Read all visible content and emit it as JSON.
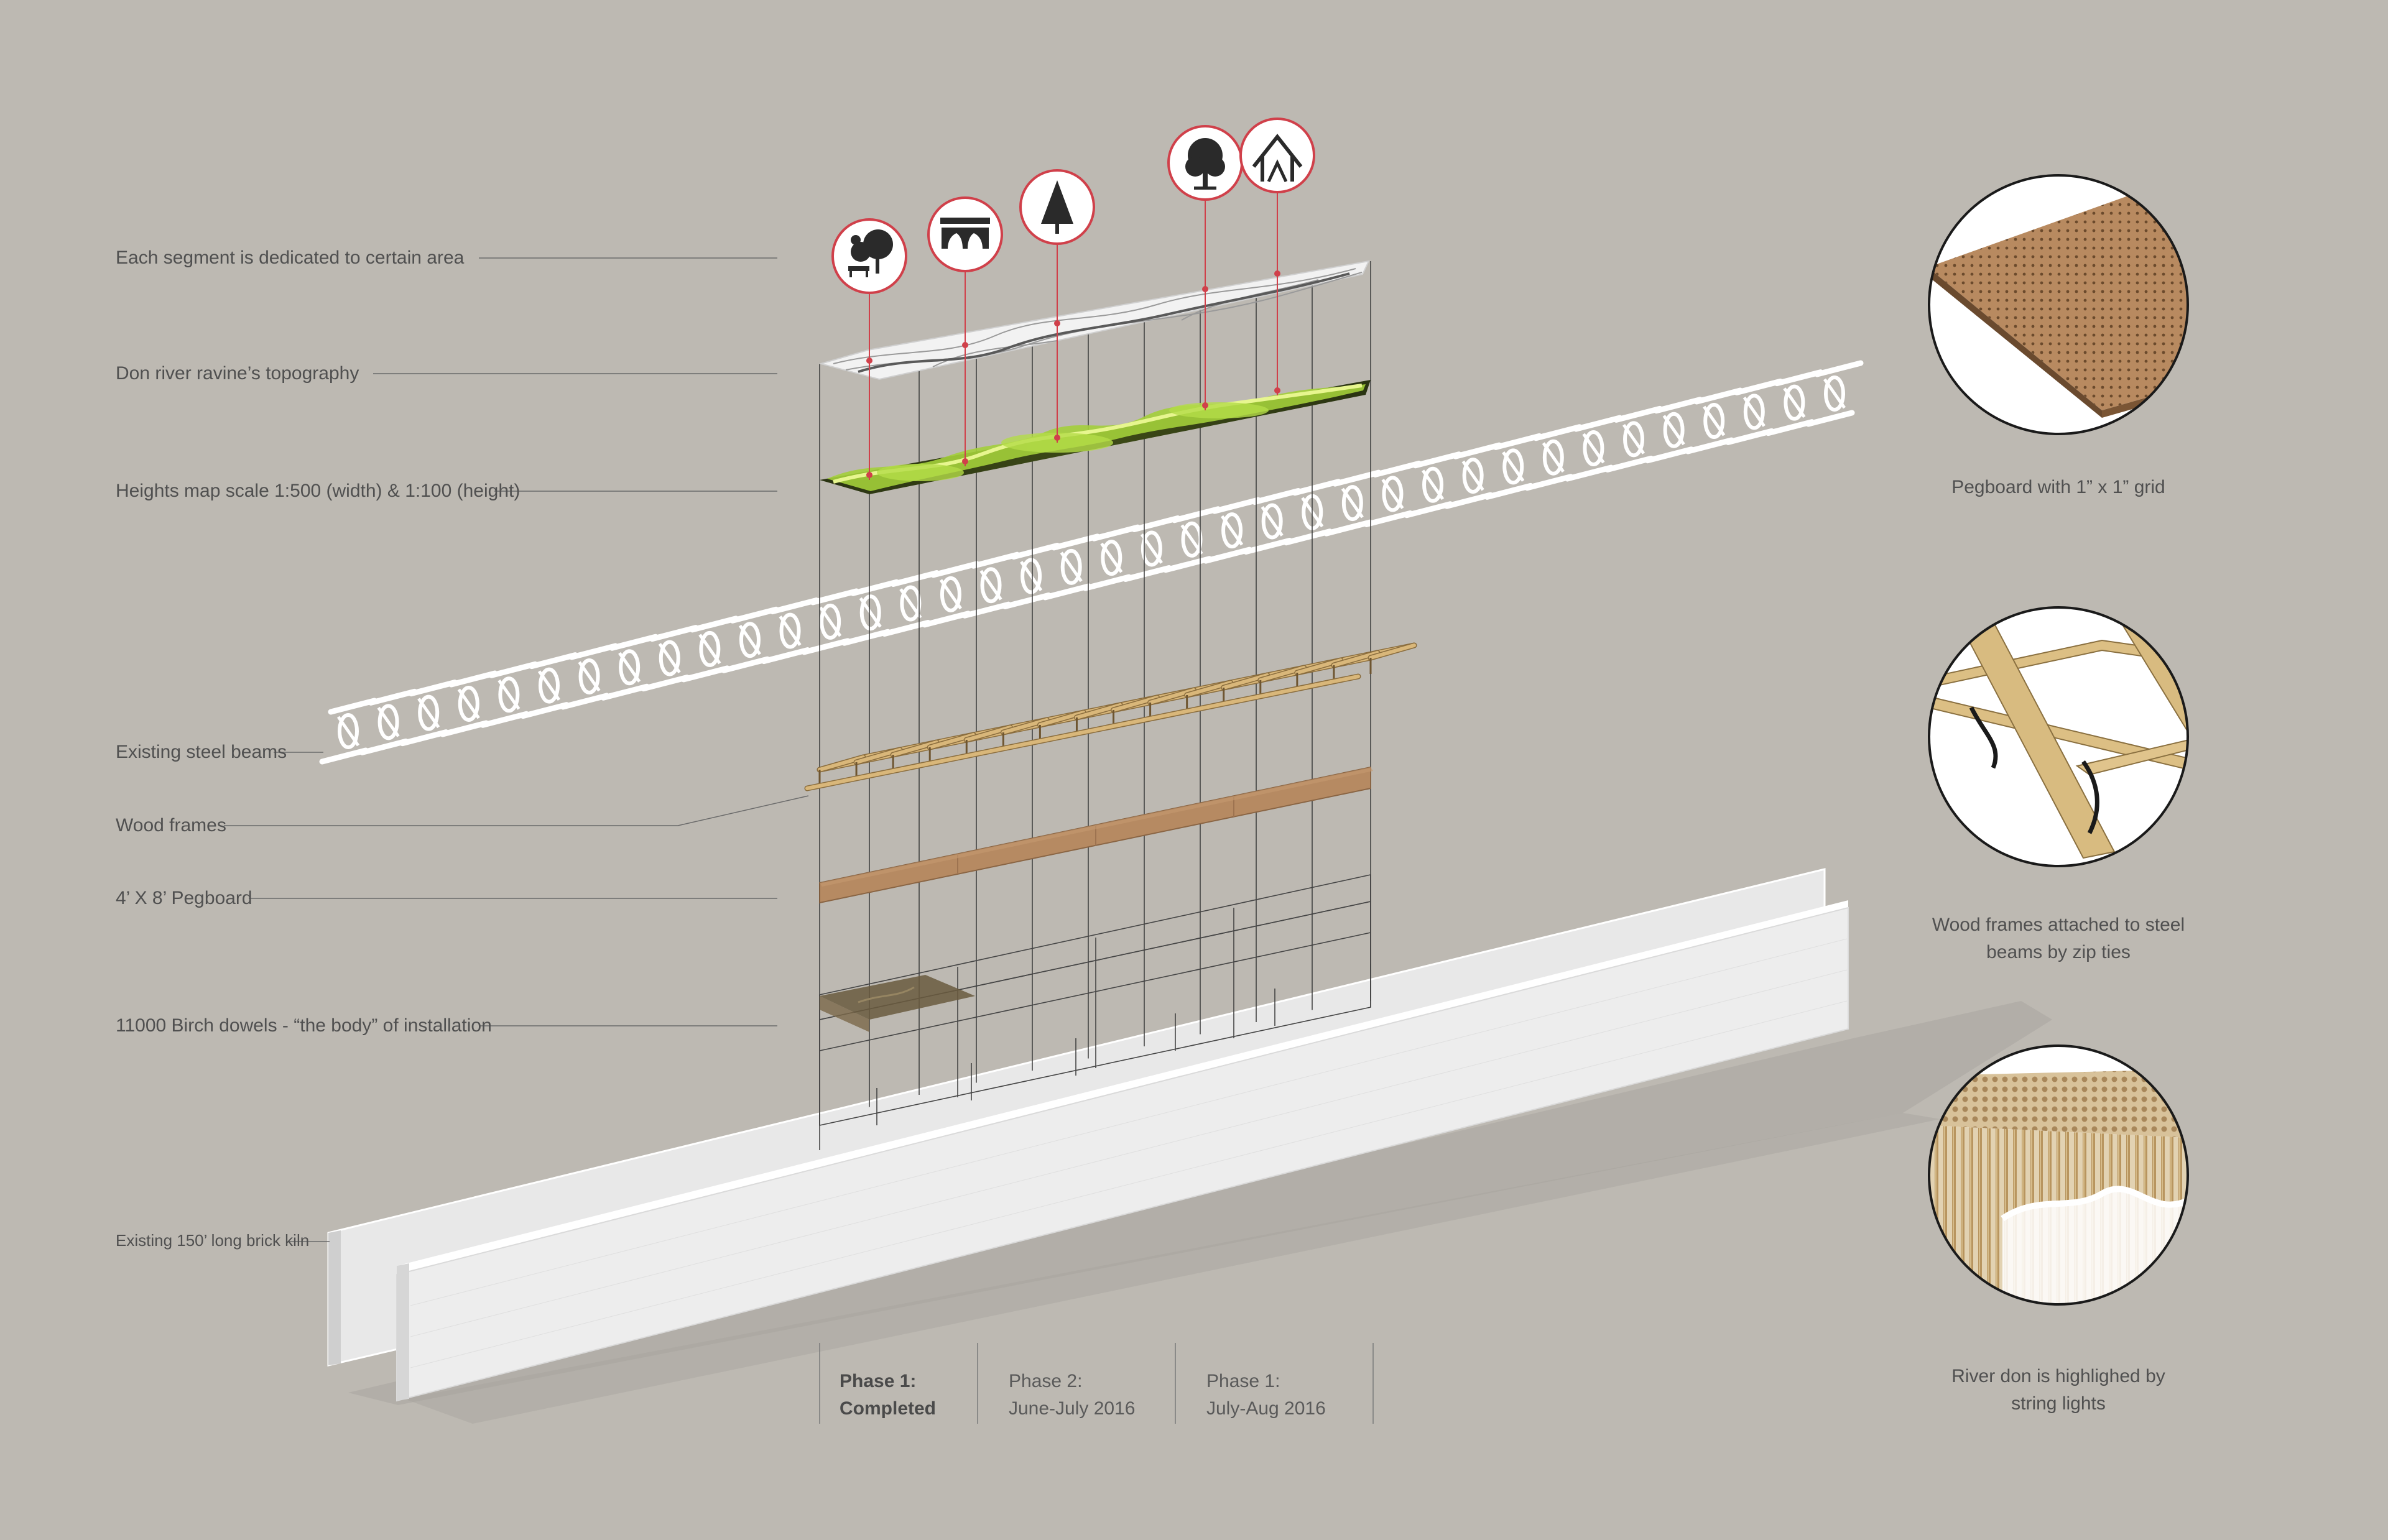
{
  "labels": {
    "segments": "Each segment is dedicated to certain area",
    "topography": "Don river ravine’s topography",
    "heights": "Heights map scale 1:500 (width) & 1:100 (height)",
    "steel": "Existing steel beams",
    "wood": "Wood frames",
    "pegboard": "4’ X 8’ Pegboard",
    "dowels": "11000 Birch dowels - “the body” of installation",
    "kiln": "Existing 150’ long brick kiln"
  },
  "details": [
    {
      "line1": "Pegboard with 1” x 1” grid",
      "line2": ""
    },
    {
      "line1": "Wood frames attached to steel",
      "line2": "beams by zip ties"
    },
    {
      "line1": "River don is highlighed by",
      "line2": "string lights"
    }
  ],
  "phases": [
    {
      "line1": "Phase 1:",
      "line2": "Completed"
    },
    {
      "line1": "Phase 2:",
      "line2": "June-July 2016"
    },
    {
      "line1": "Phase 1:",
      "line2": "July-Aug 2016"
    }
  ],
  "icons": [
    "park-icon",
    "bridge-icon",
    "tree-icon",
    "forest-icon",
    "house-icon"
  ],
  "colors": {
    "background": "#bdb9b2",
    "accent": "#d0404a",
    "pegboard": "#b98a62",
    "wood": "#d9b77a",
    "heightmap": "#9ac634",
    "wall": "#ebebeb"
  }
}
